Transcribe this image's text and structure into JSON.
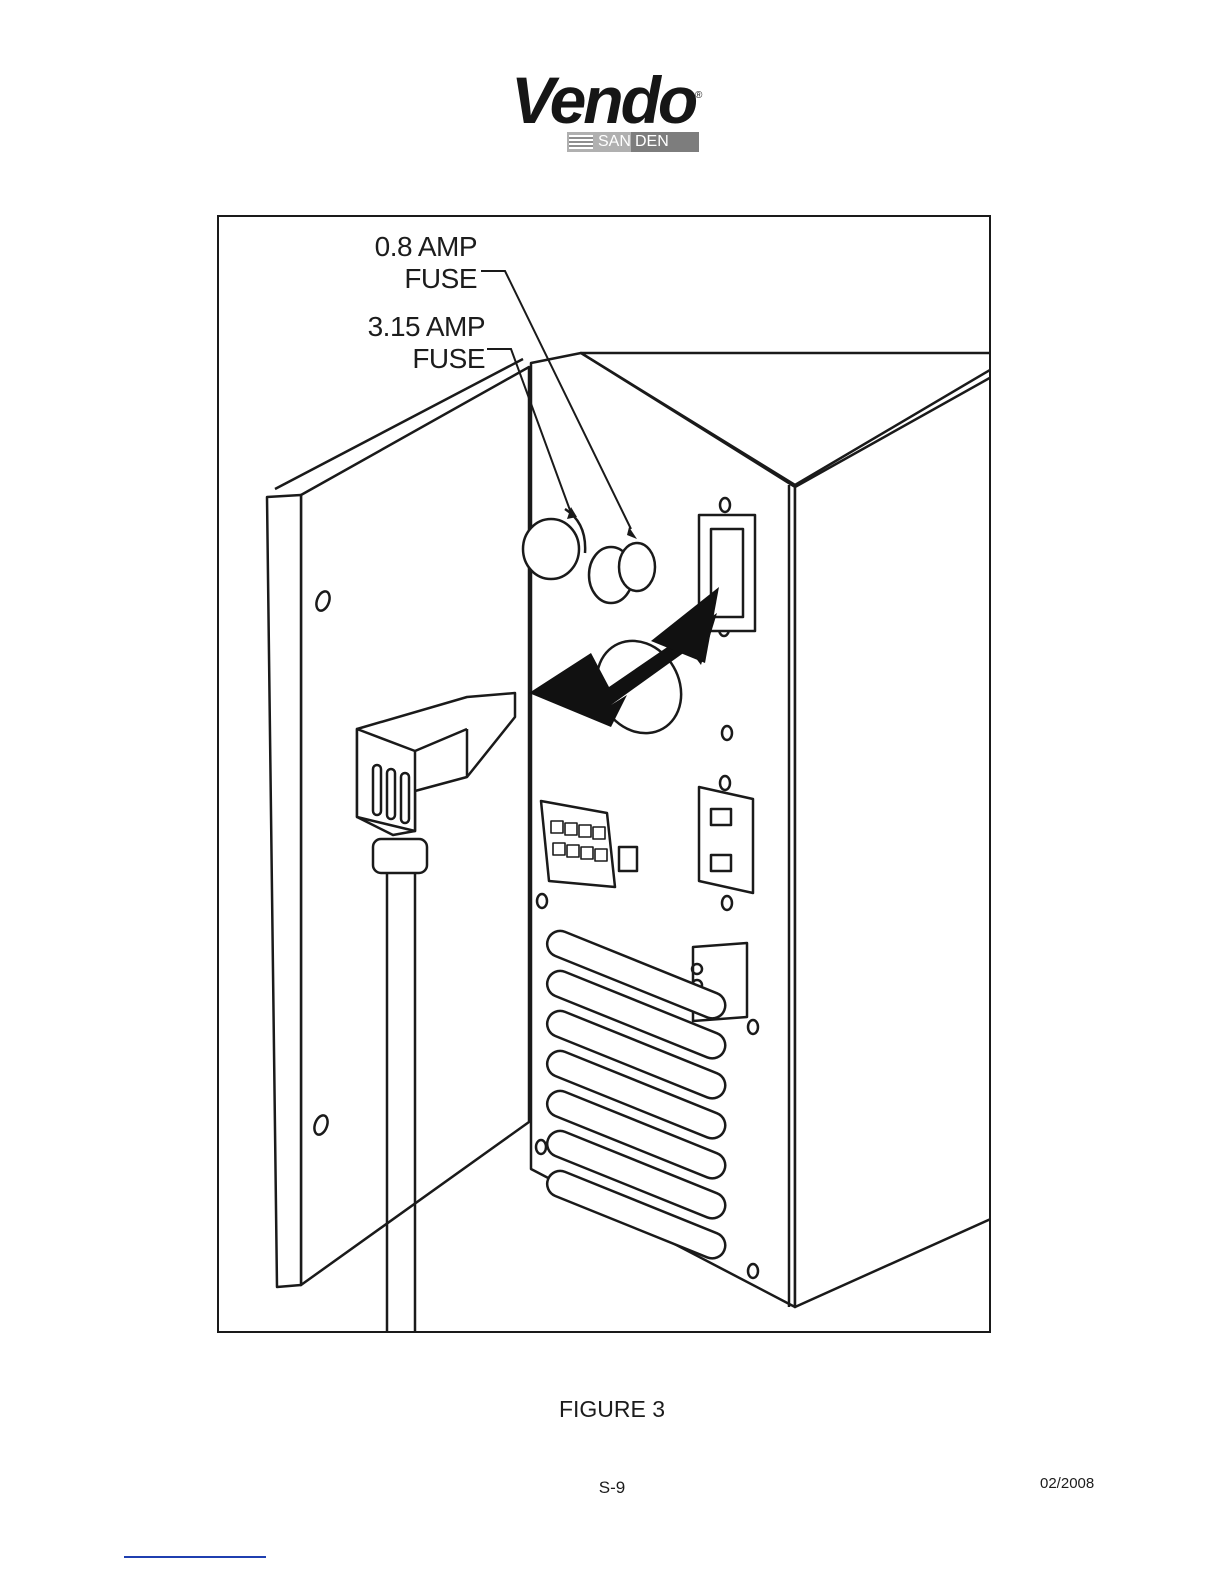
{
  "header": {
    "logo_word": "Vendo",
    "logo_reg_mark": "®",
    "logo_sub_left": "SAN",
    "logo_sub_right": "DEN"
  },
  "figure": {
    "callouts": [
      {
        "line1": "0.8 AMP",
        "line2": "FUSE"
      },
      {
        "line1": "3.15 AMP",
        "line2": "FUSE"
      }
    ],
    "caption": "FIGURE 3"
  },
  "footer": {
    "page_number": "S-9",
    "date": "02/2008"
  },
  "colors": {
    "footer_rule": "#1f3fb0",
    "line_art": "#1a1a1a"
  }
}
